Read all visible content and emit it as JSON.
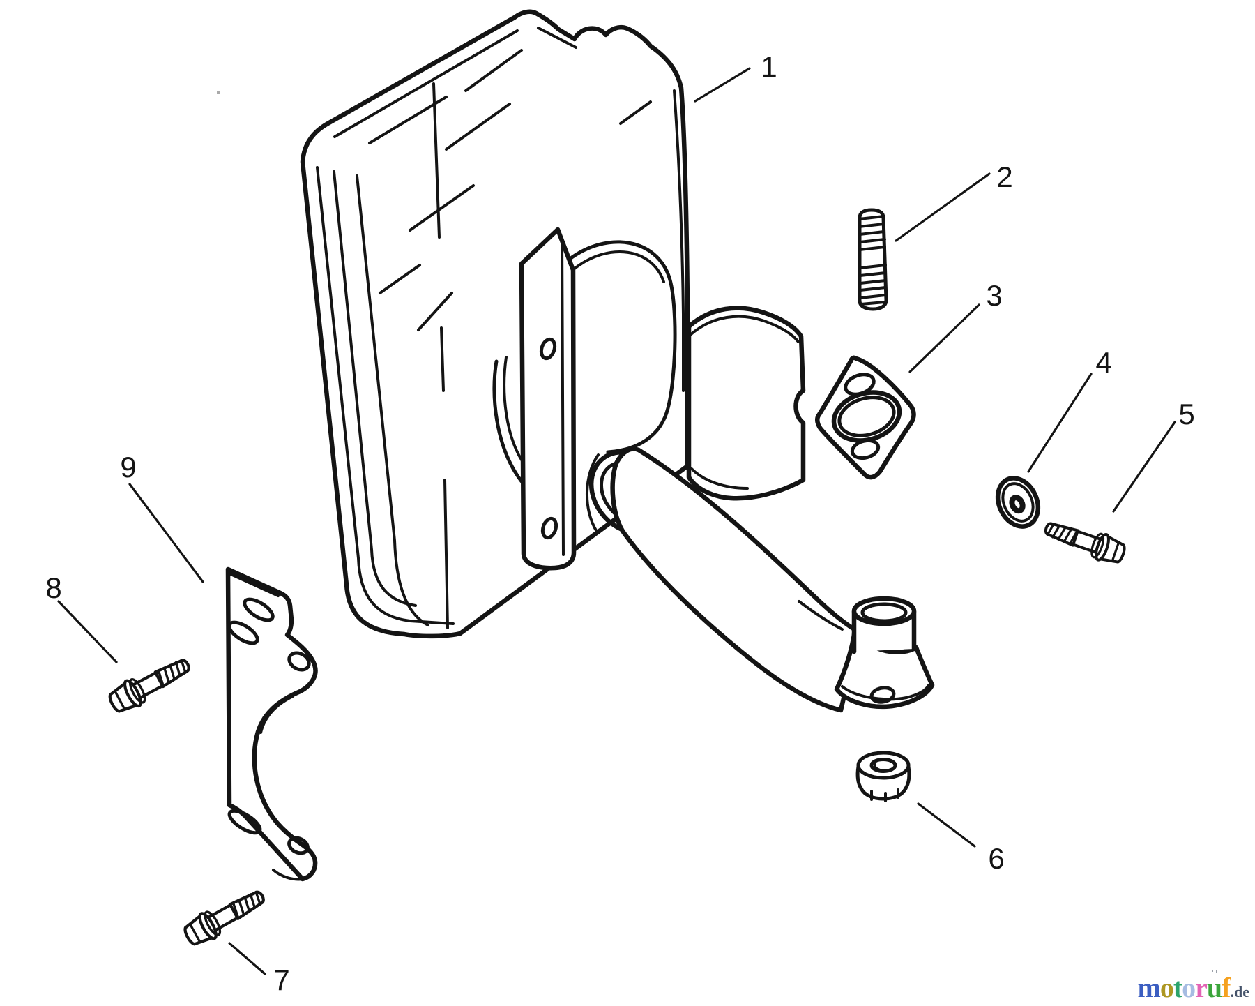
{
  "diagram": {
    "background": "#ffffff",
    "line_color": "#141414",
    "callouts": [
      {
        "label": "1"
      },
      {
        "label": "2"
      },
      {
        "label": "3"
      },
      {
        "label": "4"
      },
      {
        "label": "5"
      },
      {
        "label": "6"
      },
      {
        "label": "7"
      },
      {
        "label": "8"
      },
      {
        "label": "9"
      }
    ]
  },
  "watermark": {
    "word": "motoruf",
    "suffix": ".de",
    "suffix_color": "#45536a",
    "letters": [
      {
        "ch": "m",
        "color": "#3b5ec1"
      },
      {
        "ch": "o",
        "color": "#ad9722"
      },
      {
        "ch": "t",
        "color": "#2ba36b"
      },
      {
        "ch": "o",
        "color": "#a6bce2"
      },
      {
        "ch": "r",
        "color": "#e362b5"
      },
      {
        "ch": "u",
        "color": "#3ba53b"
      },
      {
        "ch": "f",
        "color": "#f5a11f"
      }
    ]
  }
}
